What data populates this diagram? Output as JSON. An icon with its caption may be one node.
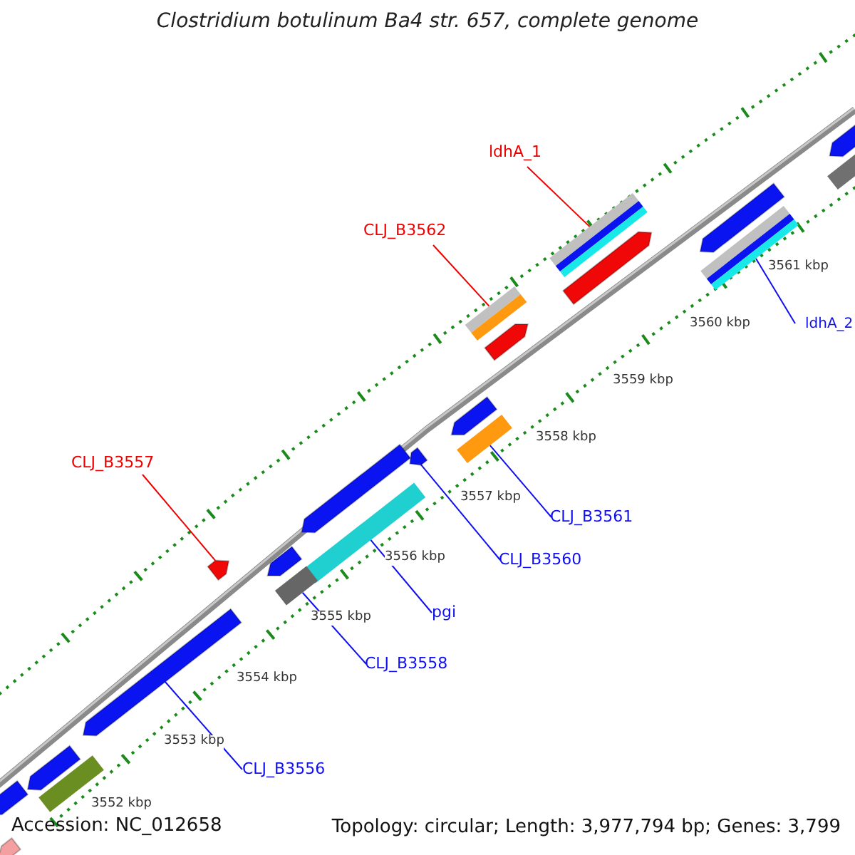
{
  "diagram": {
    "title": "Clostridium botulinum Ba4 str. 657, complete genome",
    "nodes": [
      {
        "text": [
          "ldhA_1"
        ]
      },
      {
        "text": [
          "CLJ_B3562"
        ]
      },
      {
        "text": [
          "ldhA_2"
        ]
      },
      {
        "text": [
          "CLJ_B3557"
        ]
      },
      {
        "text": [
          "CLJ_B3561"
        ]
      },
      {
        "text": [
          "CLJ_B3560"
        ]
      },
      {
        "text": [
          "pgi"
        ]
      },
      {
        "text": [
          "CLJ_B3558"
        ]
      },
      {
        "text": [
          "CLJ_B3556"
        ]
      },
      {
        "text": [],
        "shape": "bar"
      },
      {
        "text": [],
        "shape": "bar"
      },
      {
        "text": [],
        "shape": "bar"
      },
      {
        "text": [],
        "shape": "arrow"
      },
      {
        "text": [],
        "shape": "bar"
      },
      {
        "text": [],
        "shape": "arrow"
      },
      {
        "text": [],
        "shape": "bar"
      },
      {
        "text": [],
        "shape": "bar"
      },
      {
        "text": [],
        "shape": "arrow"
      },
      {
        "text": [],
        "shape": "arrow"
      },
      {
        "text": [],
        "shape": "arrow"
      },
      {
        "text": [],
        "shape": "arrow"
      },
      {
        "text": [],
        "shape": "arrow"
      },
      {
        "text": [],
        "shape": "bar"
      },
      {
        "text": [],
        "shape": "arrow"
      },
      {
        "text": [],
        "shape": "arrow"
      },
      {
        "text": [],
        "shape": "arrow"
      },
      {
        "text": [],
        "shape": "arrow"
      },
      {
        "text": [],
        "shape": "bar"
      },
      {
        "text": [],
        "shape": "arrow"
      },
      {
        "text": [],
        "shape": "arrow"
      }
    ],
    "edges": [
      {
        "from": 0,
        "to": 9,
        "arrow": "none",
        "color": "#ee0000"
      },
      {
        "from": 1,
        "to": 10,
        "arrow": "none",
        "color": "#ee0000"
      },
      {
        "from": 2,
        "to": 11,
        "arrow": "none"
      },
      {
        "from": 3,
        "to": 12,
        "arrow": "none",
        "color": "#ee0000"
      },
      {
        "from": 4,
        "to": 13,
        "arrow": "none"
      },
      {
        "from": 5,
        "to": 14,
        "arrow": "none"
      },
      {
        "from": 6,
        "to": 15,
        "arrow": "none"
      },
      {
        "from": 7,
        "to": 16,
        "arrow": "none"
      },
      {
        "from": 8,
        "to": 17,
        "arrow": "none"
      }
    ],
    "labels": [
      "3561 kbp",
      "3560 kbp",
      "3559 kbp",
      "3558 kbp",
      "3557 kbp",
      "3556 kbp",
      "3555 kbp",
      "3554 kbp",
      "3553 kbp",
      "3552 kbp",
      "Accession: NC_012658",
      "Topology: circular; Length: 3,977,794 bp; Genes: 3,799"
    ]
  }
}
